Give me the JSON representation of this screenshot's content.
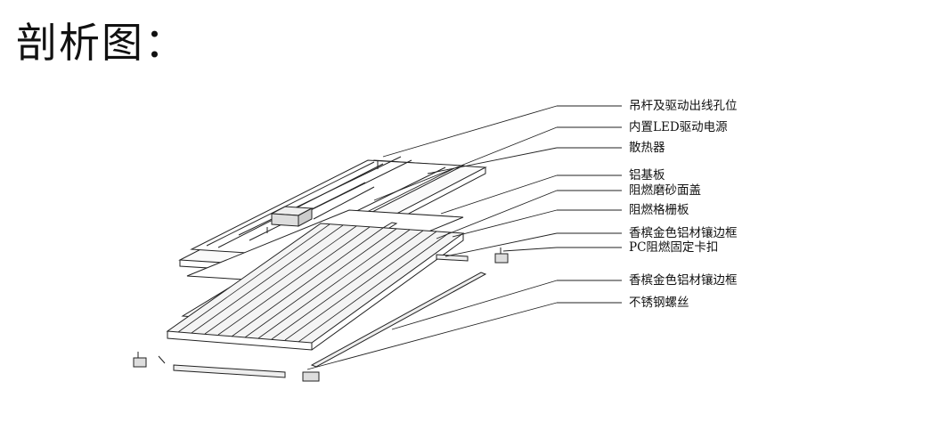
{
  "title": "剖析图：",
  "labels": [
    "吊杆及驱动出线孔位",
    "内置LED驱动电源",
    "散热器",
    "铝基板",
    "阻燃磨砂面盖",
    "阻燃格栅板",
    "香槟金色铝材镶边框",
    "PC阻燃固定卡扣",
    "香槟金色铝材镶边框",
    "不锈钢螺丝"
  ],
  "colors": {
    "line": "#222222",
    "background": "#ffffff"
  }
}
